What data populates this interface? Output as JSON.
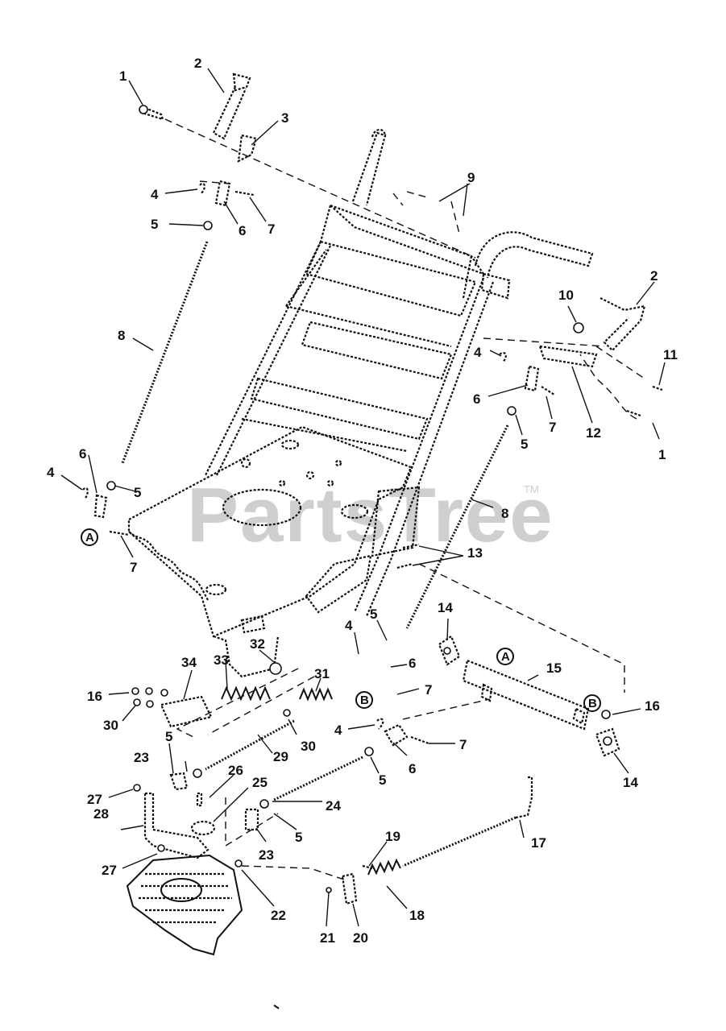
{
  "watermark": {
    "brand": "PartsTree",
    "tm": "TM"
  },
  "callouts": {
    "c1a": "1",
    "c2a": "2",
    "c3": "3",
    "c4a": "4",
    "c5a": "5",
    "c6a": "6",
    "c7a": "7",
    "c8a": "8",
    "c9": "9",
    "c10": "10",
    "c2b": "2",
    "c11": "11",
    "c4b": "4",
    "c6b": "6",
    "c7b": "7",
    "c12": "12",
    "c1b": "1",
    "c5b": "5",
    "c4c": "4",
    "c6c": "6",
    "c5c": "5",
    "c7c": "7",
    "c8b": "8",
    "c13": "13",
    "c14a": "14",
    "c5d": "5",
    "c4d": "4",
    "c6d": "6",
    "c7d": "7",
    "c15": "15",
    "c16a": "16",
    "c16b": "16",
    "c14b": "14",
    "c34": "34",
    "c33": "33",
    "c32": "32",
    "c31": "31",
    "c30a": "30",
    "c30b": "30",
    "c29": "29",
    "c4e": "4",
    "c7e": "7",
    "c6e": "6",
    "c5e": "5",
    "c23a": "23",
    "c26": "26",
    "c25": "25",
    "c27a": "27",
    "c28": "28",
    "c24": "24",
    "c5f": "5",
    "c5g": "5",
    "c23b": "23",
    "c17": "17",
    "c27b": "27",
    "c19": "19",
    "c22": "22",
    "c18": "18",
    "c21": "21",
    "c20": "20"
  },
  "reference_markers": {
    "ra1": "A",
    "ra2": "A",
    "rb1": "B",
    "rb2": "B"
  }
}
